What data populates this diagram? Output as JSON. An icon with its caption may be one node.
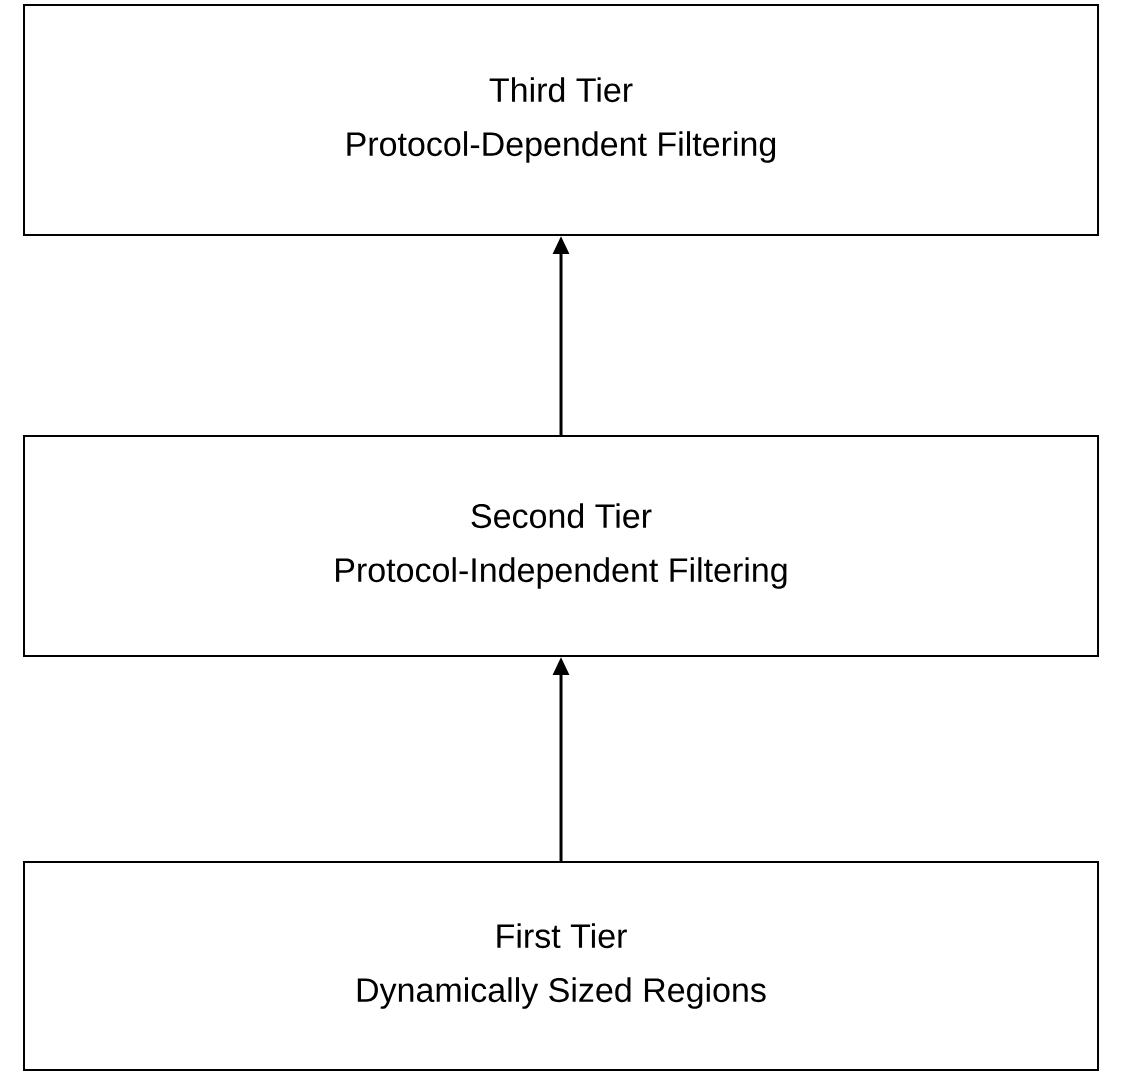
{
  "diagram": {
    "nodes": [
      {
        "text": [
          "Third Tier",
          "Protocol-Dependent Filtering"
        ]
      },
      {
        "text": [
          "Second Tier",
          "Protocol-Independent Filtering"
        ]
      },
      {
        "text": [
          "First Tier",
          "Dynamically Sized Regions"
        ]
      }
    ],
    "edges": [
      {
        "from": 1,
        "to": 0,
        "arrow": "to"
      },
      {
        "from": 2,
        "to": 1,
        "arrow": "to"
      }
    ]
  }
}
